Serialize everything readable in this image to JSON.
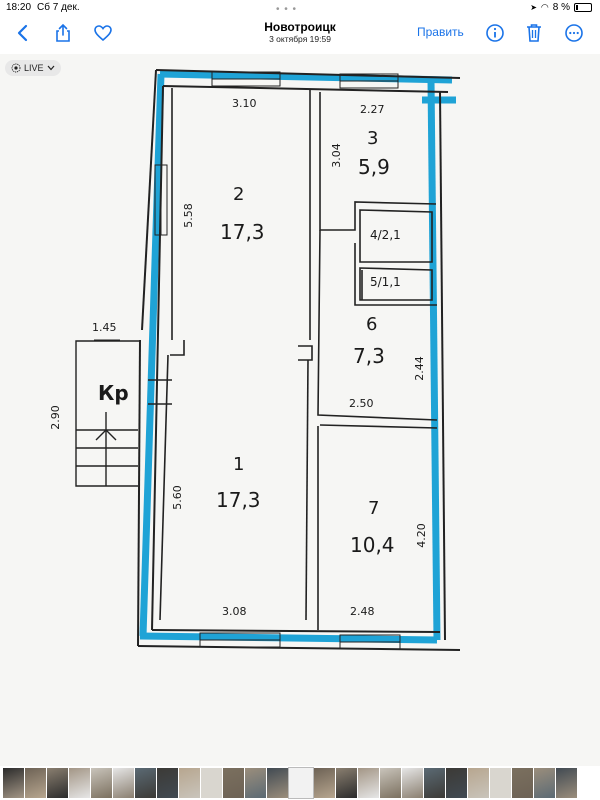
{
  "status": {
    "time": "18:20",
    "date": "Сб 7 дек.",
    "battery": "8 %"
  },
  "nav": {
    "title": "Новотроицк",
    "subtitle": "3 октября  19:59",
    "edit_label": "Править"
  },
  "live_badge": "LIVE",
  "plan": {
    "rooms": [
      {
        "num": "1",
        "area": "17,3"
      },
      {
        "num": "2",
        "area": "17,3"
      },
      {
        "num": "3",
        "area": "5,9"
      },
      {
        "num": "4",
        "area": "2,1",
        "label": "4/2,1"
      },
      {
        "num": "5",
        "area": "1,1",
        "label": "5/1,1"
      },
      {
        "num": "6",
        "area": "7,3"
      },
      {
        "num": "7",
        "area": "10,4"
      }
    ],
    "dimensions": {
      "room2_top": "3.10",
      "room3_top": "2.27",
      "room3_side": "3.04",
      "room2_side": "5.58",
      "porch_top": "1.45",
      "porch_side": "2.90",
      "room6_side": "2.44",
      "room6_bottom": "2.50",
      "room1_side": "5.60",
      "room7_side": "4.20",
      "room1_bottom": "3.08",
      "room7_bottom": "2.48"
    },
    "porch_label": "Кр"
  },
  "colors": {
    "accent": "#1a73e8",
    "wall_highlight": "#1fa3d6",
    "wall": "#222222"
  },
  "thumbnails_count": 26
}
